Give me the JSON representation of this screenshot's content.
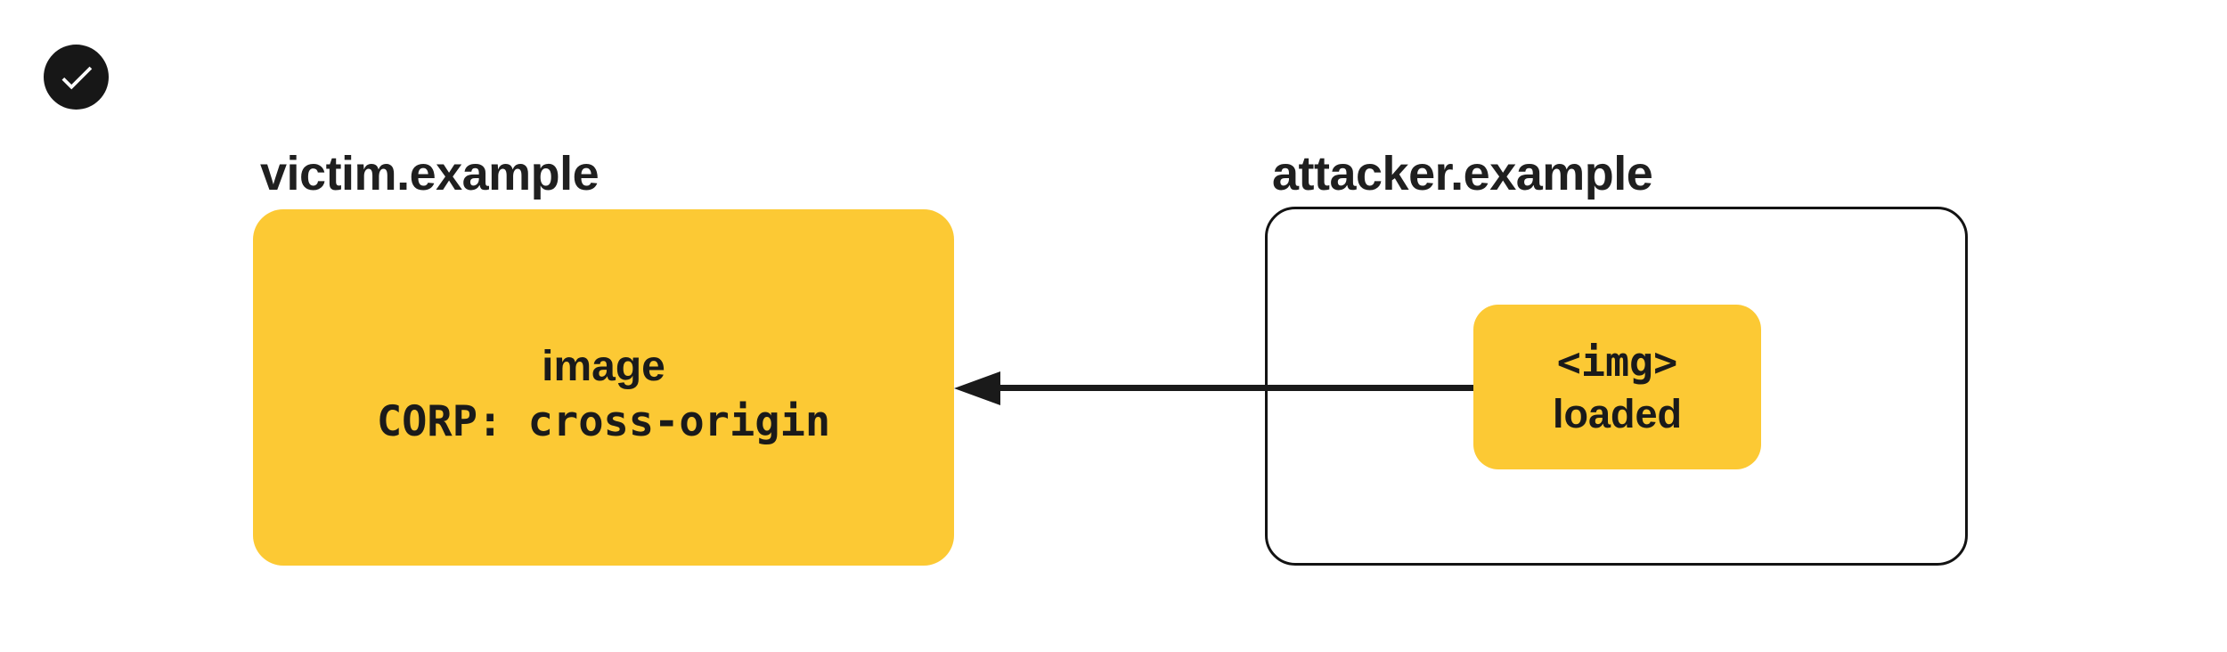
{
  "diagram": {
    "victim": {
      "domain_label": "victim.example",
      "card": {
        "line1": "image",
        "line2": "CORP: cross-origin"
      },
      "status_icon": "check-circle"
    },
    "attacker": {
      "domain_label": "attacker.example",
      "card": {
        "line1": "<img>",
        "line2": "loaded"
      }
    },
    "arrow": {
      "direction": "left"
    },
    "colors": {
      "card_yellow": "#fcc934",
      "ink_black": "#1a1a1a",
      "badge_black": "#171717",
      "background": "#ffffff"
    }
  }
}
